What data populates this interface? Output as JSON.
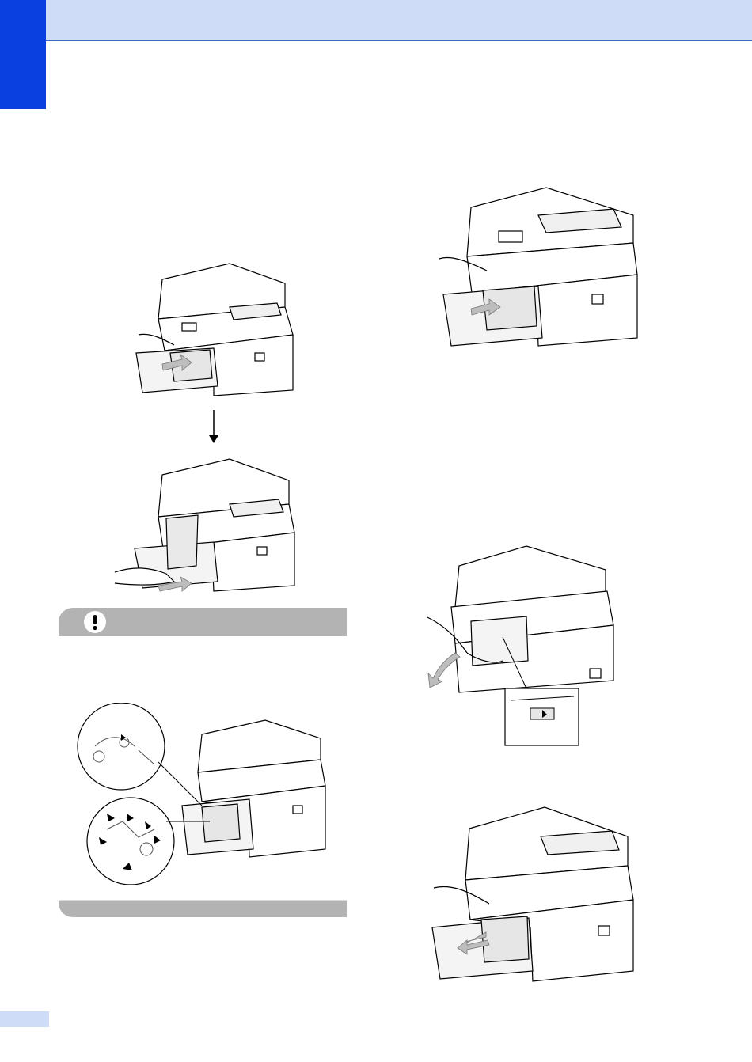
{
  "page": {
    "accent_color": "#0a40e0",
    "header_color": "#cfdcf7",
    "header_rule_color": "#3b64c8",
    "caution_bar_color": "#b3b3b3"
  },
  "caution": {
    "icon": "exclamation-icon",
    "symbol": "!"
  },
  "illustrations": [
    {
      "id": "step-pull-drum-out-left",
      "icon": "printer-illustration"
    },
    {
      "id": "step-remove-drum-left",
      "icon": "printer-illustration"
    },
    {
      "id": "caution-hot-parts",
      "icon": "printer-illustration"
    },
    {
      "id": "step-push-drum-in-right",
      "icon": "printer-illustration"
    },
    {
      "id": "step-open-front-cover-right",
      "icon": "printer-illustration"
    },
    {
      "id": "step-pull-drum-out-right",
      "icon": "printer-illustration"
    }
  ]
}
